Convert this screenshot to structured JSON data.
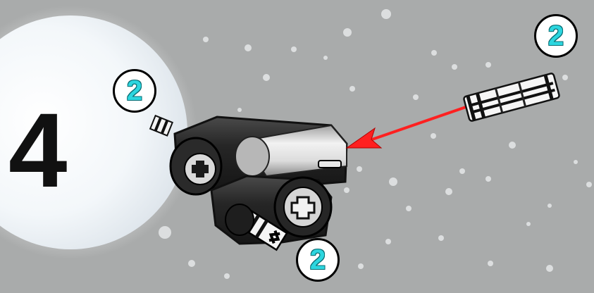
{
  "step": {
    "number": "4"
  },
  "callouts": [
    {
      "quantity": "2"
    },
    {
      "quantity": "2"
    },
    {
      "quantity": "2"
    }
  ],
  "colors": {
    "background": "#a9abab",
    "moon": "#f4f8fb",
    "part_dark": "#2b2b2b",
    "part_highlight": "#e8e8e8",
    "arrow": "#ff2020",
    "badge_number": "#2cd6df",
    "step_number": "#111111"
  },
  "icons": {
    "moon": "moon-disc",
    "assembly": "technic-axle-connector-assembly",
    "axle": "technic-axle-piece",
    "arrow": "red-insertion-arrow"
  }
}
